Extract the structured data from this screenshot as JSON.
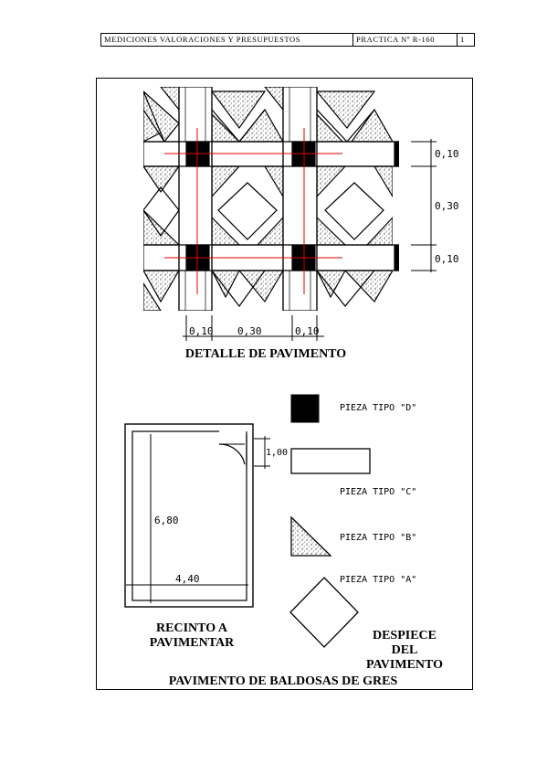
{
  "header": {
    "title": "MEDICIONES VALORACIONES Y PRESUPUESTOS",
    "practice": "PRACTICA  Nº R-160",
    "page": "1"
  },
  "detail": {
    "dims_right": [
      "0,10",
      "0,30",
      "0,10"
    ],
    "dims_bottom": [
      "0,10",
      "0,30",
      "0,10"
    ],
    "caption": "DETALLE DE PAVIMENTO"
  },
  "room": {
    "door_dim": "1,00",
    "height_dim": "6,80",
    "width_dim": "4,40",
    "caption_line1": "RECINTO A",
    "caption_line2": "PAVIMENTAR"
  },
  "pieces": {
    "d": "PIEZA TIPO \"D\"",
    "c": "PIEZA TIPO \"C\"",
    "b": "PIEZA TIPO \"B\"",
    "a": "PIEZA TIPO \"A\"",
    "caption_line1": "DESPIECE",
    "caption_line2": "DEL",
    "caption_line3": "PAVIMENTO"
  },
  "footer_caption": "PAVIMENTO DE BALDOSAS DE GRES",
  "colors": {
    "ink": "#000000",
    "guide": "#e00000",
    "stipple": "#777777"
  }
}
